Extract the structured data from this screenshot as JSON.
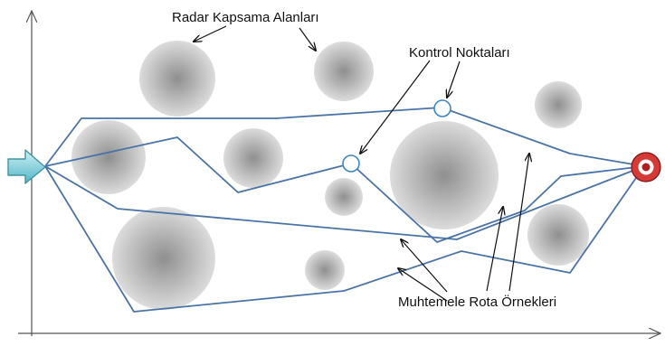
{
  "labels": {
    "radar_areas": "Radar Kapsama Alanları",
    "control_points": "Kontrol Noktaları",
    "route_examples": "Muhtemele Rota Örnekleri"
  },
  "colors": {
    "route_line": "#4a74a8",
    "radar_center": "#8f8f8f",
    "radar_edge": "#dcdcdc",
    "start_arrow_fill_top": "#c9ecf1",
    "start_arrow_fill_bottom": "#4fb7c6",
    "start_arrow_stroke": "#3f93a3",
    "target_outer": "#d63a36",
    "target_ring": "#ffffff",
    "target_center": "#b01f1f",
    "axis": "#555555",
    "annotation_arrow": "#111111"
  },
  "icons": {
    "start": "arrow-right-icon",
    "target": "target-icon",
    "control_point": "circle-marker-icon"
  }
}
